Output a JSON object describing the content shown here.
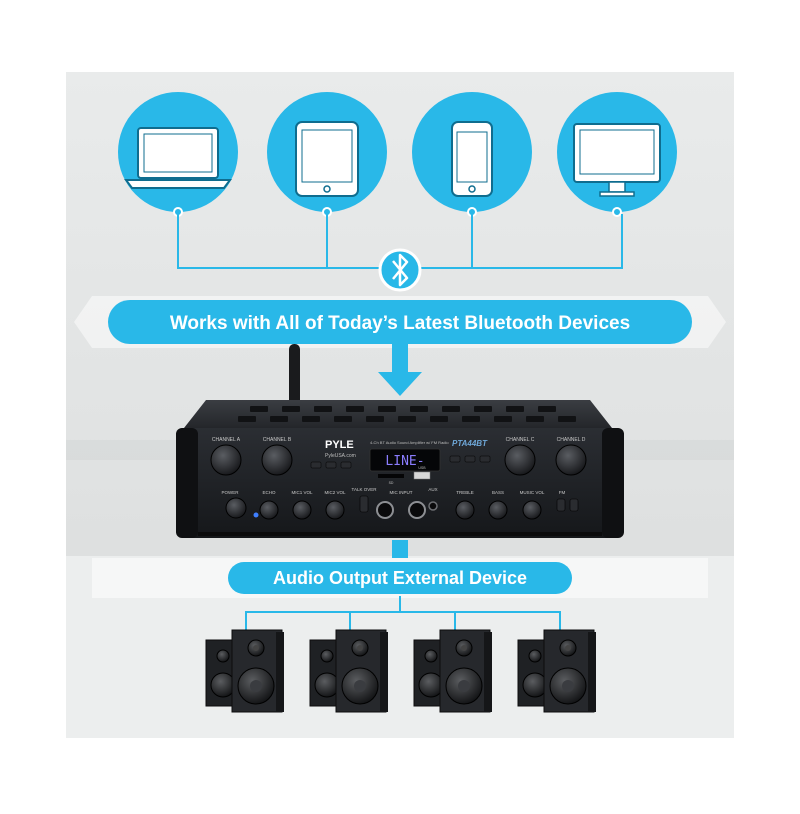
{
  "banner_top": {
    "text": "Works with All of Today’s Latest Bluetooth Devices"
  },
  "banner_bottom": {
    "text": "Audio Output External Device"
  },
  "devices": [
    "laptop-icon",
    "tablet-icon",
    "smartphone-icon",
    "desktop-monitor-icon"
  ],
  "amplifier": {
    "brand": "PYLE",
    "website": "PyleUSA.com",
    "description": "4-Ch BT Audio Sound Amplifier w/ FM Radio",
    "model": "PTA44BT",
    "display_text": "LINE-",
    "channel_a": "CHANNEL A",
    "channel_b": "CHANNEL B",
    "channel_c": "CHANNEL C",
    "channel_d": "CHANNEL D",
    "power": "POWER",
    "echo": "ECHO",
    "mic1_vol": "MIC1 VOL",
    "mic2_vol": "MIC2 VOL",
    "talk_over": "TALK OVER",
    "mic_input": "MIC INPUT",
    "aux": "AUX",
    "treble": "TREBLE",
    "bass": "BASS",
    "music_vol": "MUSIC VOL",
    "fm": "FM",
    "usb": "USB",
    "sd": "SD"
  },
  "colors": {
    "accent": "#29b8e8",
    "accent_dark": "#1a9fd0",
    "wall": "#e4e6e6",
    "amp_body": "#1d1f22"
  }
}
